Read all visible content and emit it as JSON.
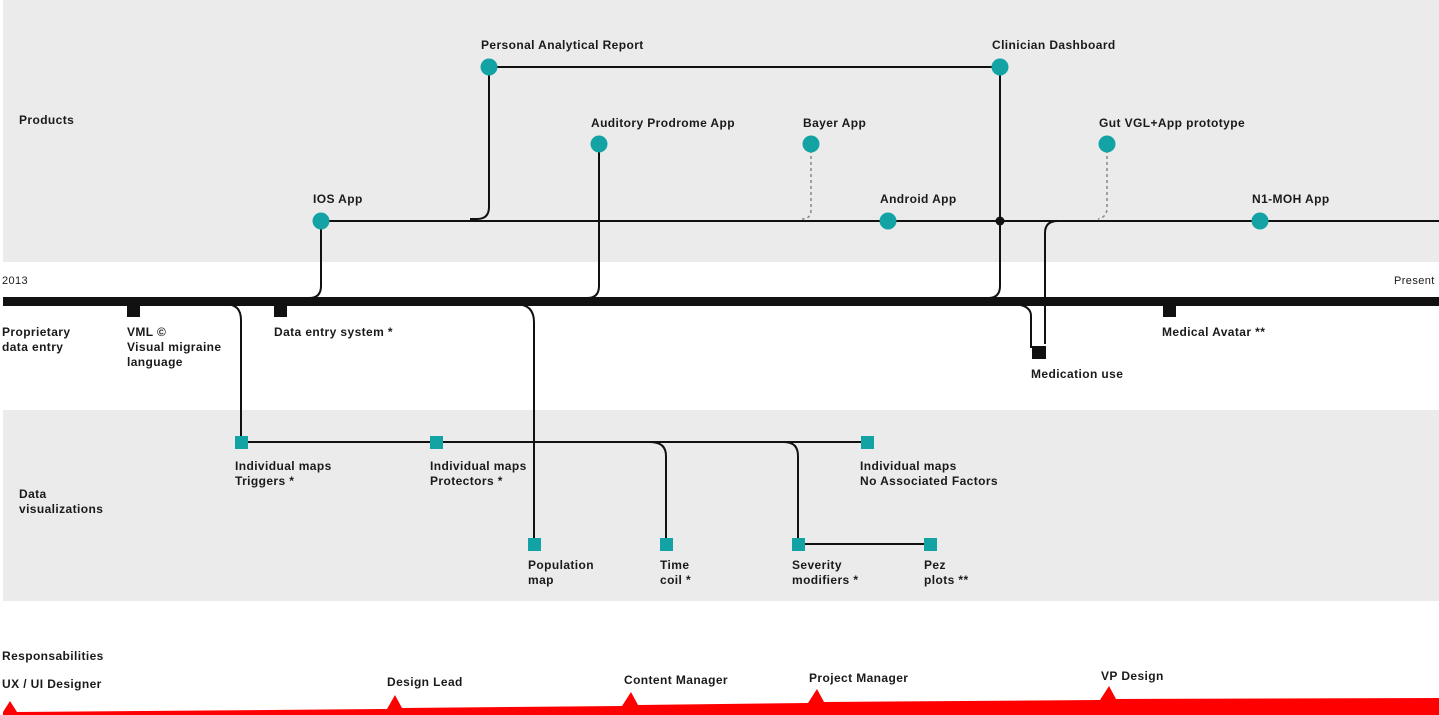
{
  "colors": {
    "accent": "#14a3a5",
    "line": "#111111",
    "band": "#ebebeb",
    "responsibility": "#ff0000"
  },
  "timeline": {
    "start_label": "2013",
    "end_label": "Present"
  },
  "sections": {
    "products": "Products",
    "proprietary": "Proprietary\ndata entry",
    "visualizations": "Data\nvisualizations",
    "responsibilities": "Responsabilities"
  },
  "products": {
    "ios_app": "IOS App",
    "personal_report": "Personal Analytical Report",
    "auditory_app": "Auditory Prodrome App",
    "bayer_app": "Bayer App",
    "android_app": "Android App",
    "clinician_dashboard": "Clinician Dashboard",
    "gut_prototype": "Gut VGL+App prototype",
    "n1_moh_app": "N1-MOH App"
  },
  "data_entry": {
    "vml": "VML ©\nVisual migraine\nlanguage",
    "data_entry_system": "Data entry system *",
    "medication_use": "Medication use",
    "medical_avatar": "Medical Avatar **"
  },
  "visualizations": {
    "triggers": "Individual maps\nTriggers *",
    "protectors": "Individual maps\nProtectors *",
    "no_factors": "Individual maps\nNo Associated Factors",
    "population_map": "Population\nmap",
    "time_coil": "Time\ncoil *",
    "severity_modifiers": "Severity\nmodifiers *",
    "pez_plots": "Pez\nplots **"
  },
  "responsibilities": {
    "ux_ui_designer": "UX / UI Designer",
    "design_lead": "Design Lead",
    "content_manager": "Content Manager",
    "project_manager": "Project Manager",
    "vp_design": "VP Design"
  }
}
